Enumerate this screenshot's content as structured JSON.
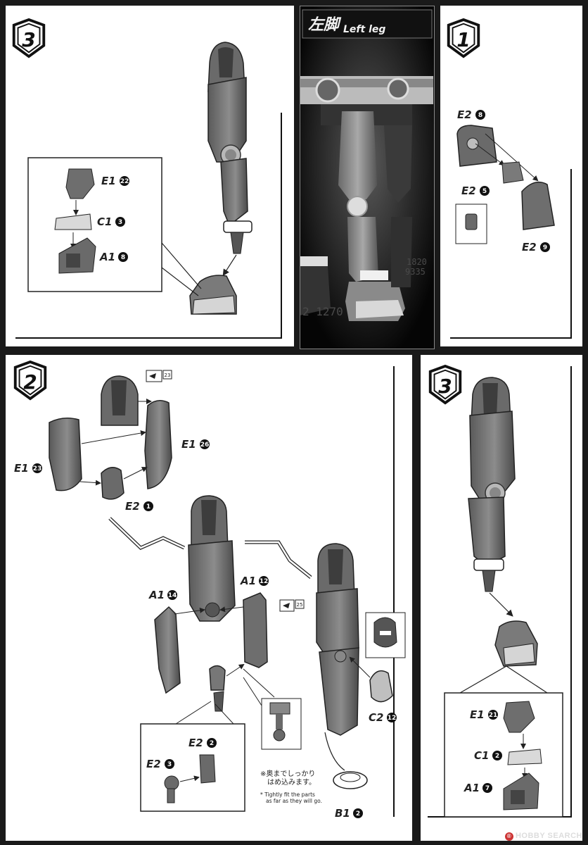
{
  "steps": {
    "top_left": "3",
    "top_right": "1",
    "bottom_left": "2",
    "bottom_right": "3"
  },
  "header": {
    "jp": "左脚",
    "en": "Left leg"
  },
  "parts": {
    "tl_e1": {
      "prefix": "E1",
      "num": "22"
    },
    "tl_c1": {
      "prefix": "C1",
      "num": "3"
    },
    "tl_a1": {
      "prefix": "A1",
      "num": "8"
    },
    "tr_e2a": {
      "prefix": "E2",
      "num": "8"
    },
    "tr_e2b": {
      "prefix": "E2",
      "num": "5"
    },
    "tr_e2c": {
      "prefix": "E2",
      "num": "9"
    },
    "s2_e1a": {
      "prefix": "E1",
      "num": "26"
    },
    "s2_e1b": {
      "prefix": "E1",
      "num": "23"
    },
    "s2_e2a": {
      "prefix": "E2",
      "num": "1"
    },
    "s2_a1a": {
      "prefix": "A1",
      "num": "14"
    },
    "s2_a1b": {
      "prefix": "A1",
      "num": "12"
    },
    "s2_c2": {
      "prefix": "C2",
      "num": "12"
    },
    "s2_e2b": {
      "prefix": "E2",
      "num": "2"
    },
    "s2_e2c": {
      "prefix": "E2",
      "num": "3"
    },
    "s2_b1": {
      "prefix": "B1",
      "num": "2"
    },
    "br_e1": {
      "prefix": "E1",
      "num": "21"
    },
    "br_c1": {
      "prefix": "C1",
      "num": "2"
    },
    "br_a1": {
      "prefix": "A1",
      "num": "7"
    }
  },
  "stickers": {
    "s1": "23",
    "s2": "25"
  },
  "photo_digits": {
    "d1": "2 1270",
    "d2": "1820",
    "d3": "9335"
  },
  "note": {
    "jp_line1": "※奥までしっかり",
    "jp_line2": "はめ込みます。",
    "en_line1": "* Tightly fit the parts",
    "en_line2": "as far as they will go."
  },
  "watermark": "HOBBY SEARCH",
  "colors": {
    "part": "#7e7e7e",
    "part_dark": "#555555",
    "part_light": "#c9c9c9",
    "bg": "#1a1a1a"
  }
}
